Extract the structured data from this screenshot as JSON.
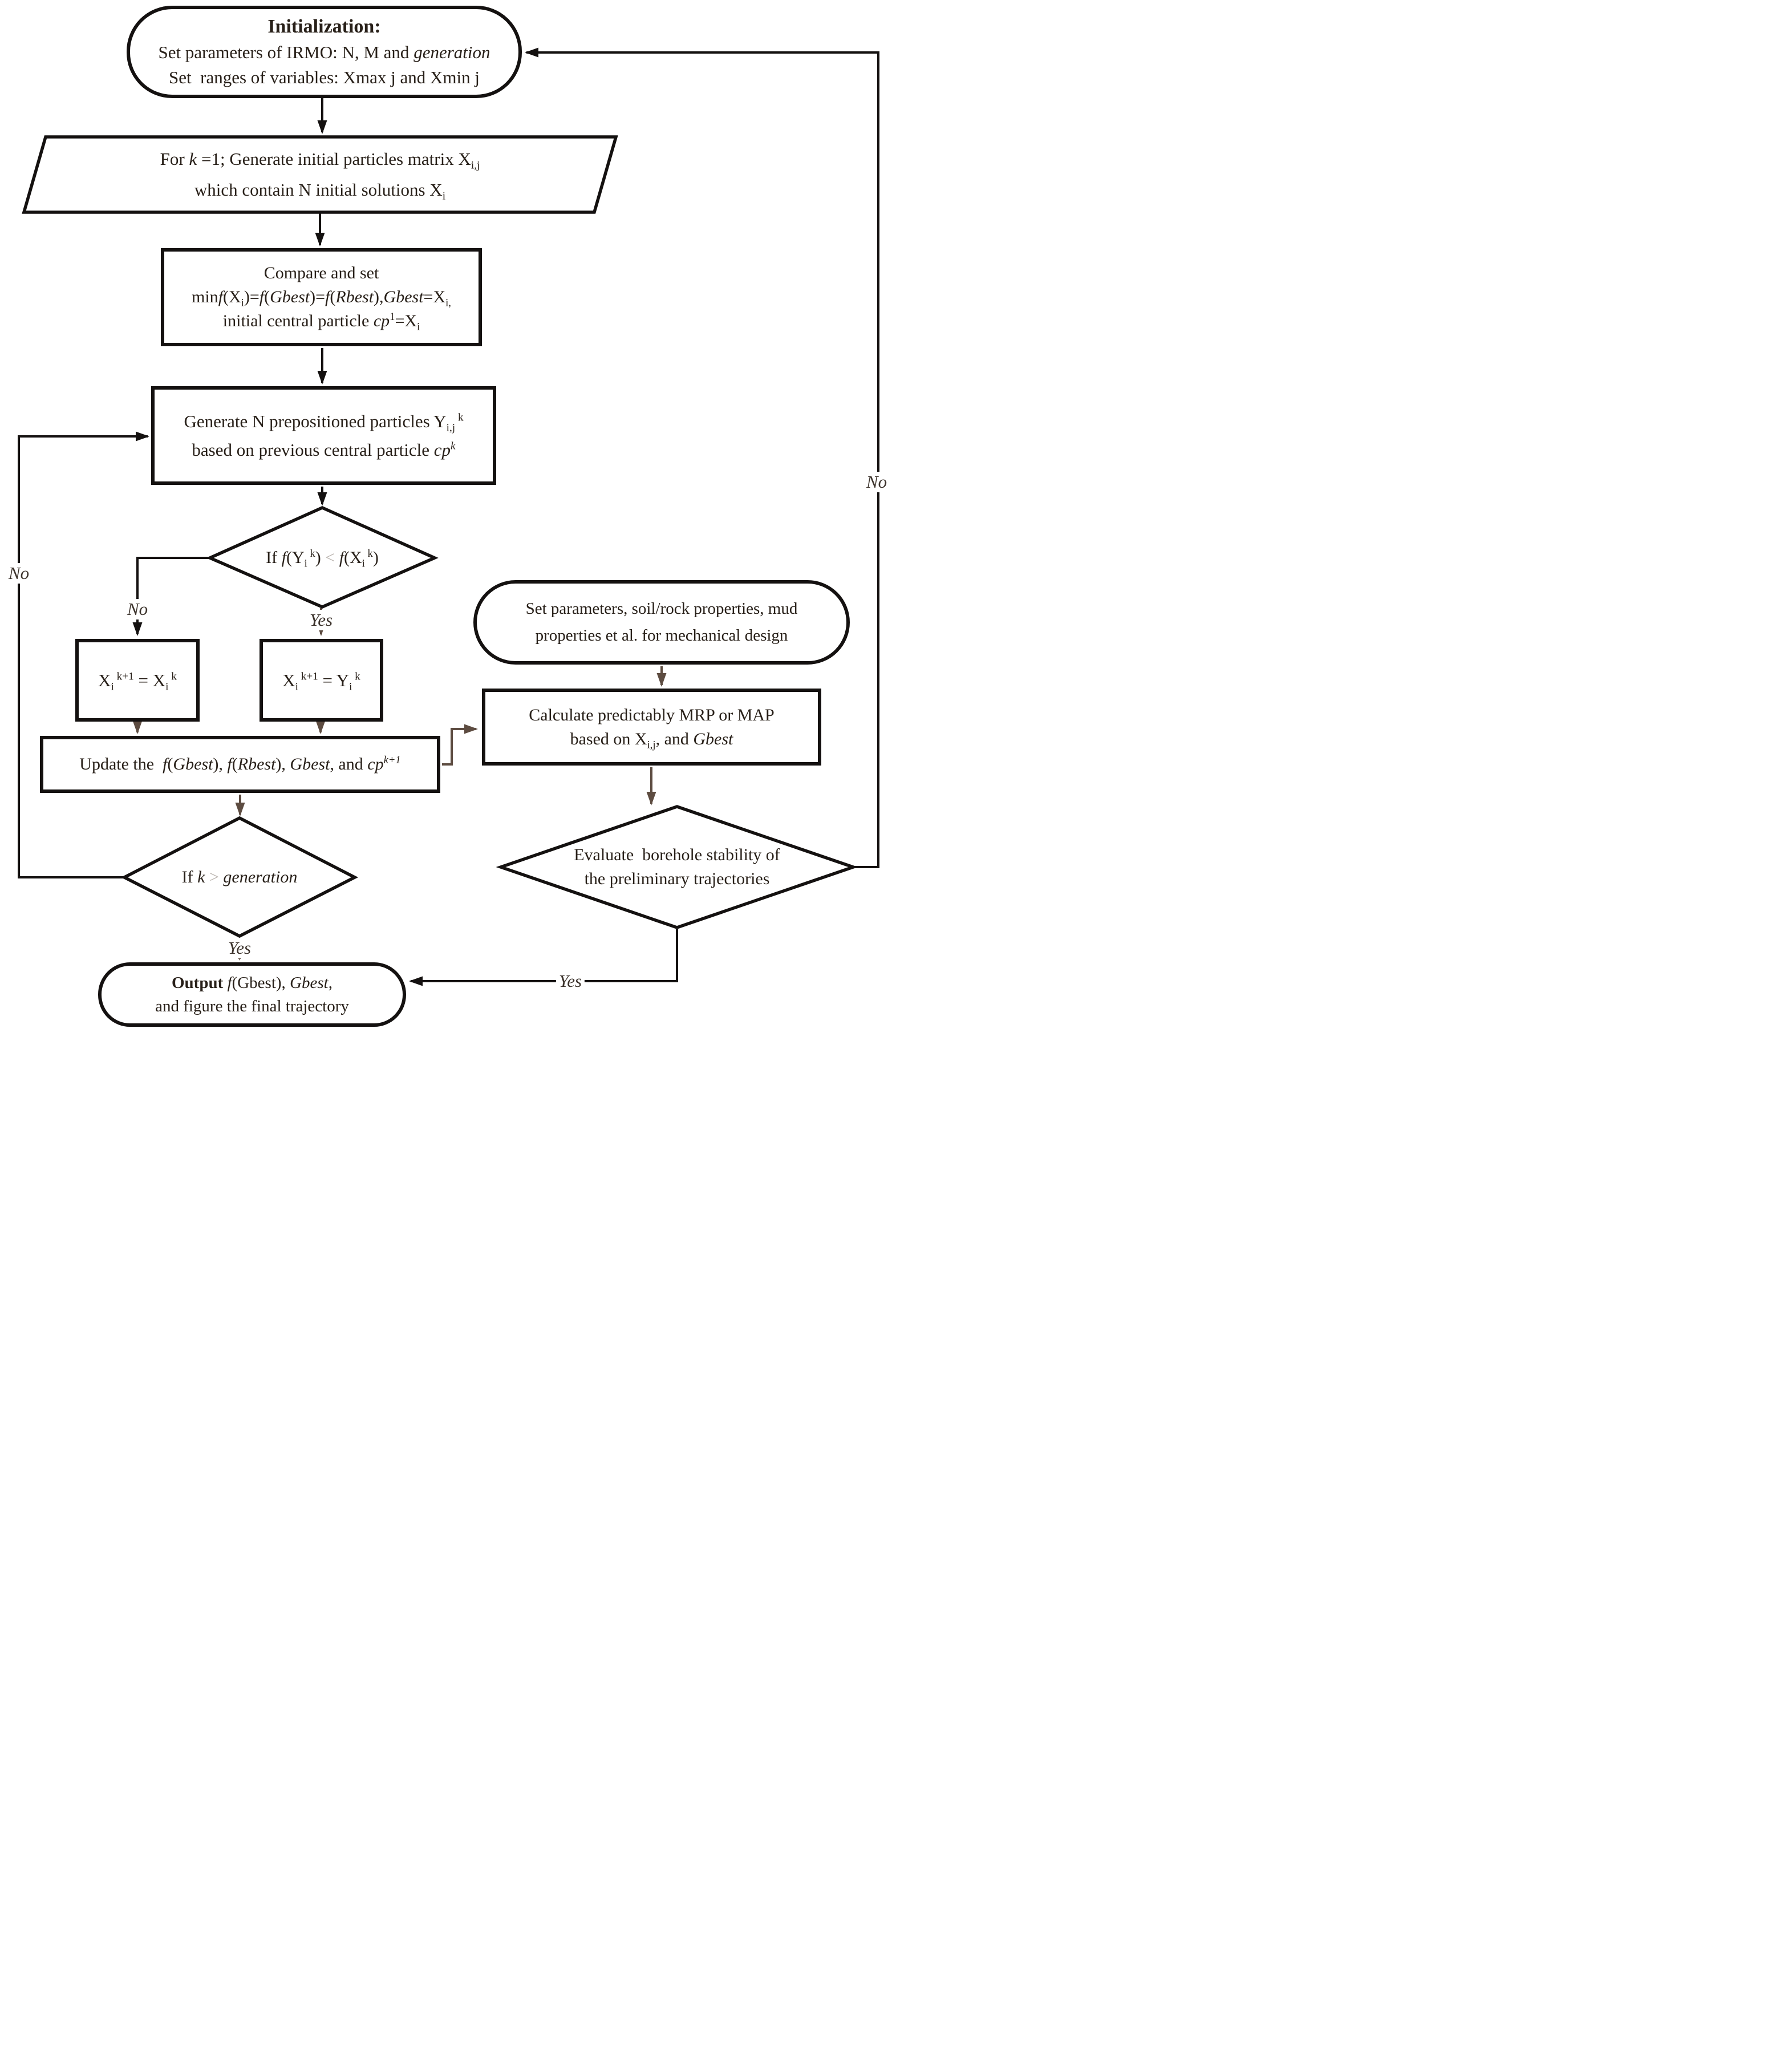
{
  "figure": {
    "kind": "flowchart",
    "background": "#ffffff"
  },
  "colors": {
    "stroke": "#141110",
    "text": "#282019",
    "edge_black": "#141110",
    "edge_brown": "#5d4c41",
    "comparator_gray": "#b9b3ae"
  },
  "nodes": {
    "init": {
      "shape": "stadium",
      "lines": [
        [
          {
            "t": "Initialization:",
            "b": true
          }
        ],
        [
          {
            "t": "Set parameters of IRMO: N, M and "
          },
          {
            "t": "generation",
            "i": true
          }
        ],
        [
          {
            "t": "Set  ranges of variables: Xmax j and Xmin j"
          }
        ]
      ]
    },
    "gen_matrix": {
      "shape": "parallelogram",
      "lines": [
        [
          {
            "t": "For "
          },
          {
            "t": "k",
            "i": true
          },
          {
            "t": " =1; Generate initial particles matrix X"
          },
          {
            "t": "i,j",
            "sub": true
          }
        ],
        [
          {
            "t": "which contain N initial solutions X"
          },
          {
            "t": "i",
            "sub": true
          }
        ]
      ]
    },
    "compare": {
      "shape": "rect",
      "lines": [
        [
          {
            "t": "Compare and set"
          }
        ],
        [
          {
            "t": "min"
          },
          {
            "t": "f",
            "i": true
          },
          {
            "t": "(X"
          },
          {
            "t": "i",
            "sub": true
          },
          {
            "t": ")="
          },
          {
            "t": "f",
            "i": true
          },
          {
            "t": "("
          },
          {
            "t": "Gbest",
            "i": true
          },
          {
            "t": ")="
          },
          {
            "t": "f",
            "i": true
          },
          {
            "t": "("
          },
          {
            "t": "Rbest",
            "i": true
          },
          {
            "t": "),"
          },
          {
            "t": "Gbest",
            "i": true
          },
          {
            "t": "=X"
          },
          {
            "t": "i,",
            "sub": true
          }
        ],
        [
          {
            "t": "initial central particle "
          },
          {
            "t": "cp",
            "i": true
          },
          {
            "t": "1",
            "sup": true
          },
          {
            "t": "=X"
          },
          {
            "t": "i",
            "sub": true
          }
        ]
      ]
    },
    "generate": {
      "shape": "rect",
      "lines": [
        [
          {
            "t": "Generate N prepositioned particles Y"
          },
          {
            "t": "i,j",
            "sub": true
          },
          {
            "t": " k",
            "sup": true
          }
        ],
        [
          {
            "t": "based on previous central particle "
          },
          {
            "t": "cp",
            "i": true
          },
          {
            "t": "k",
            "sup": true,
            "i": true
          }
        ]
      ]
    },
    "decision_fy": {
      "shape": "diamond",
      "lines": [
        [
          {
            "t": "If "
          },
          {
            "t": "f",
            "i": true
          },
          {
            "t": "(Y"
          },
          {
            "t": "i",
            "sub": true
          },
          {
            "t": " k",
            "sup": true
          },
          {
            "t": ") "
          },
          {
            "t": "<",
            "c": "#b9b3ae"
          },
          {
            "t": " "
          },
          {
            "t": "f",
            "i": true
          },
          {
            "t": "(X"
          },
          {
            "t": "i",
            "sub": true
          },
          {
            "t": " k",
            "sup": true
          },
          {
            "t": ")"
          }
        ]
      ]
    },
    "keep_x": {
      "shape": "rect",
      "lines": [
        [
          {
            "t": "X"
          },
          {
            "t": "i",
            "sub": true
          },
          {
            "t": " k+1",
            "sup": true
          },
          {
            "t": " = X"
          },
          {
            "t": "i",
            "sub": true
          },
          {
            "t": " k",
            "sup": true
          }
        ]
      ]
    },
    "take_y": {
      "shape": "rect",
      "lines": [
        [
          {
            "t": "X"
          },
          {
            "t": "i",
            "sub": true
          },
          {
            "t": " k+1",
            "sup": true
          },
          {
            "t": " = Y"
          },
          {
            "t": "i",
            "sub": true
          },
          {
            "t": " k",
            "sup": true
          }
        ]
      ]
    },
    "update": {
      "shape": "rect",
      "lines": [
        [
          {
            "t": "Update the  "
          },
          {
            "t": "f",
            "i": true
          },
          {
            "t": "("
          },
          {
            "t": "Gbest",
            "i": true
          },
          {
            "t": "), "
          },
          {
            "t": "f",
            "i": true
          },
          {
            "t": "("
          },
          {
            "t": "Rbest",
            "i": true
          },
          {
            "t": "), "
          },
          {
            "t": "Gbest",
            "i": true
          },
          {
            "t": ", and "
          },
          {
            "t": "cp",
            "i": true
          },
          {
            "t": "k+1",
            "sup": true,
            "i": true
          }
        ]
      ]
    },
    "decision_k": {
      "shape": "diamond",
      "lines": [
        [
          {
            "t": "If "
          },
          {
            "t": "k",
            "i": true
          },
          {
            "t": " "
          },
          {
            "t": ">",
            "c": "#b9b3ae"
          },
          {
            "t": " "
          },
          {
            "t": "generation",
            "i": true
          }
        ]
      ]
    },
    "output": {
      "shape": "stadium",
      "lines": [
        [
          {
            "t": "Output ",
            "b": true
          },
          {
            "t": "f",
            "i": true
          },
          {
            "t": "(Gbest), "
          },
          {
            "t": "Gbest",
            "i": true
          },
          {
            "t": ","
          }
        ],
        [
          {
            "t": "and figure the final trajectory"
          }
        ]
      ]
    },
    "set_mech": {
      "shape": "stadium",
      "lines": [
        [
          {
            "t": "Set parameters, soil/rock properties, mud"
          }
        ],
        [
          {
            "t": "properties et al. for mechanical design"
          }
        ]
      ]
    },
    "calc_mrp": {
      "shape": "rect",
      "lines": [
        [
          {
            "t": "Calculate predictably MRP or MAP"
          }
        ],
        [
          {
            "t": "based on X"
          },
          {
            "t": "i,j",
            "sub": true
          },
          {
            "t": ", and "
          },
          {
            "t": "Gbest",
            "i": true
          }
        ]
      ]
    },
    "evaluate": {
      "shape": "diamond",
      "lines": [
        [
          {
            "t": "Evaluate  borehole stability of"
          }
        ],
        [
          {
            "t": "the preliminary trajectories"
          }
        ]
      ]
    }
  },
  "edge_labels": {
    "d1_no": "No",
    "d1_yes": "Yes",
    "d2_yes": "Yes",
    "loop_no": "No",
    "eval_yes": "Yes",
    "right_no": "No"
  }
}
